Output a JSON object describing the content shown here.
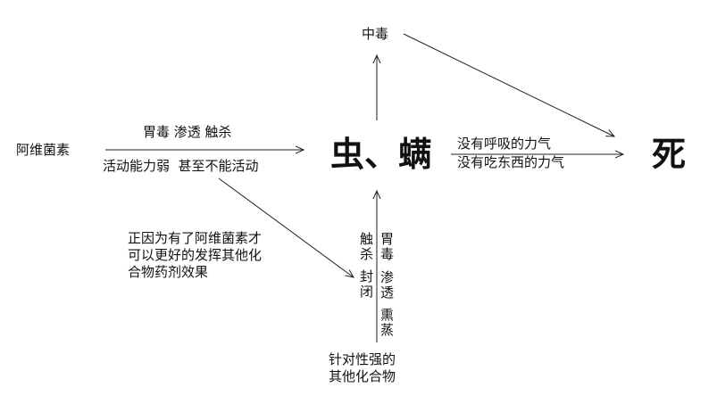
{
  "nodes": {
    "avermectin": "阿维菌素",
    "pest": "虫、螨",
    "poison": "中毒",
    "death": "死",
    "other_compounds_line1": "针对性强的",
    "other_compounds_line2": "其他化合物"
  },
  "labels": {
    "modes_top": "胃毒 渗透 触杀",
    "effect_bottom": "活动能力弱  甚至不能活动",
    "no_breath": "没有呼吸的力气",
    "no_eat": "没有吃东西的力气",
    "note_line1": "正因为有了阿维菌素才",
    "note_line2": "可以更好的发挥其他化",
    "note_line3": "合物药剂效果",
    "vertical_left_1": "触杀",
    "vertical_left_2": "封闭",
    "vertical_right_1": "胃毒",
    "vertical_right_2": "渗透",
    "vertical_right_3": "熏蒸"
  }
}
